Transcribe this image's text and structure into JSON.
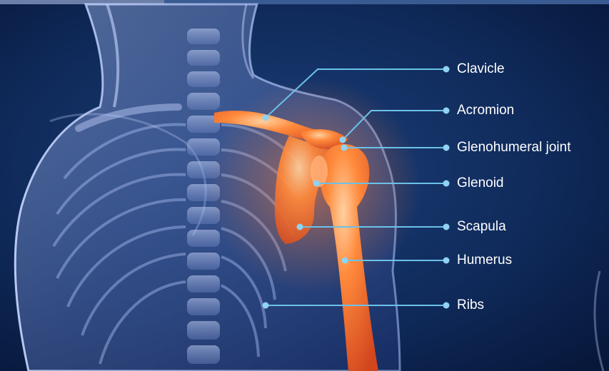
{
  "diagram": {
    "background_color": "#0a2149",
    "bone_color": "#f06a2a",
    "leader_color": "#6cc1e8",
    "labels": [
      {
        "id": "clavicle",
        "text": "Clavicle"
      },
      {
        "id": "acromion",
        "text": "Acromion"
      },
      {
        "id": "glenohumeral-joint",
        "text": "Glenohumeral joint"
      },
      {
        "id": "glenoid",
        "text": "Glenoid"
      },
      {
        "id": "scapula",
        "text": "Scapula"
      },
      {
        "id": "humerus",
        "text": "Humerus"
      },
      {
        "id": "ribs",
        "text": "Ribs"
      }
    ]
  }
}
